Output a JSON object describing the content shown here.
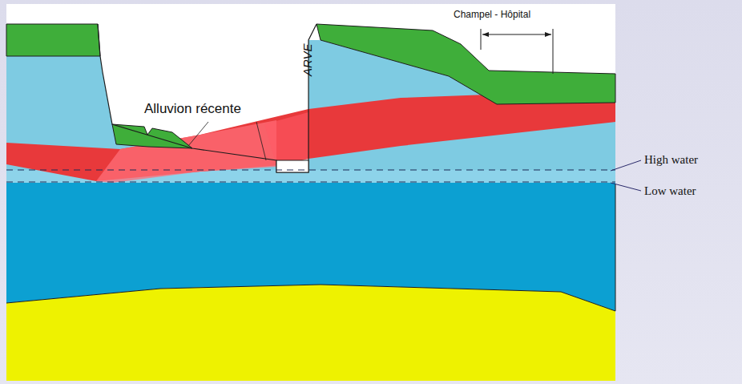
{
  "diagram": {
    "labels": [
      "Alluvion récente",
      "ARVE",
      "Champel - Hôpital",
      "High water",
      "Low water"
    ]
  }
}
